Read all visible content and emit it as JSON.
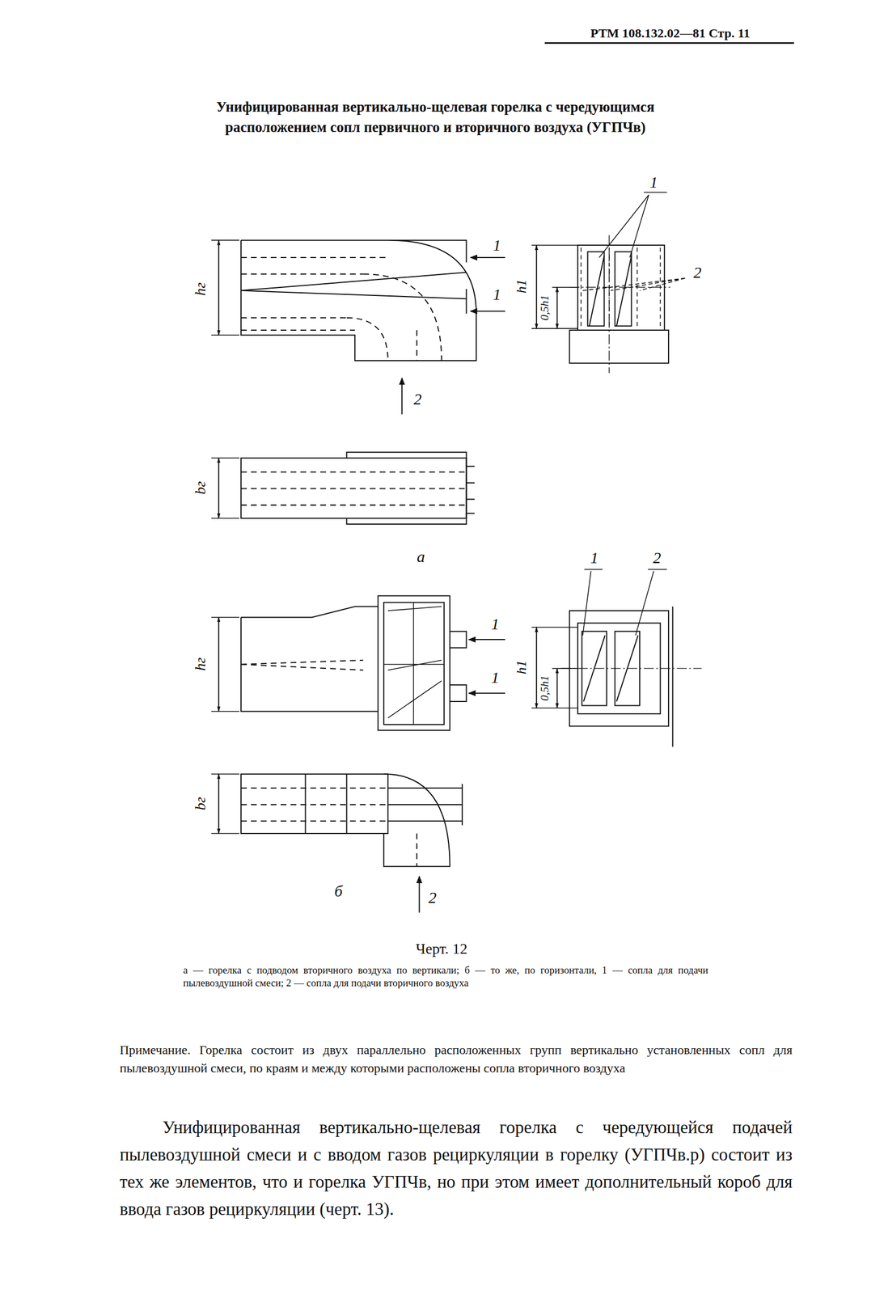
{
  "diagram": {
    "title": "Унифицированная вертикально-щелевая горелка с чередующимся расположением сопл первичного и вторичного воздуха (УГПЧв)",
    "caption": "Черт. 12",
    "labels": [
      "РТМ 108.132.02—81 Стр. 11",
      "hг",
      "1",
      "1",
      "2",
      "1",
      "2",
      "h1",
      "0,5h1",
      "bг",
      "а",
      "hг",
      "1",
      "1",
      "1",
      "2",
      "h1",
      "0,5h1",
      "bг",
      "б",
      "2",
      "а — горелка с подводом вторичного воздуха по вертикали; б — то же, по горизонтали, 1 — сопла для подачи пылевоздушной смеси; 2 — сопла для подачи вторичного воздуха",
      "Примечание. Горелка состоит из двух параллельно расположенных групп вертикально установленных сопл для пылевоздушной смеси, по краям и между которыми расположены сопла вторичного воздуха",
      "Унифицированная вертикально-щелевая горелка с чередующейся подачей пылевоздушной смеси и с вводом газов рециркуляции в горелку (УГПЧв.р) состоит из тех же элементов, что и горелка УГПЧв, но при этом имеет дополнительный короб для ввода газов рециркуляции (черт. 13)."
    ]
  }
}
